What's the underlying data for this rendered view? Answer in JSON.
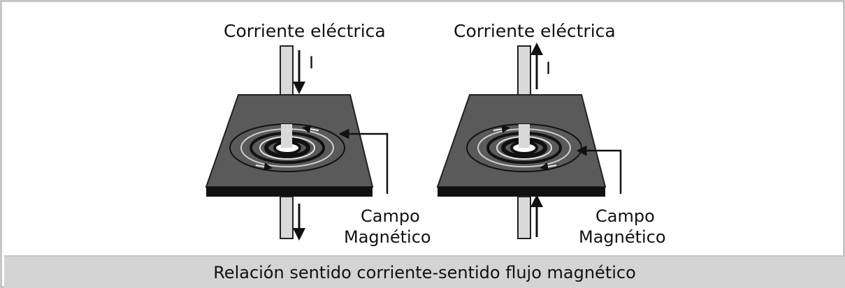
{
  "diagram": {
    "left": {
      "current_label": "Corriente eléctrica",
      "current_symbol": "I",
      "field_label_line1": "Campo",
      "field_label_line2": "Magnético",
      "current_direction": "down"
    },
    "right": {
      "current_label": "Corriente eléctrica",
      "current_symbol": "I",
      "field_label_line1": "Campo",
      "field_label_line2": "Magnético",
      "current_direction": "up"
    }
  },
  "caption": "Relación sentido corriente-sentido flujo magnético",
  "colors": {
    "plate_top": "#5a5a5a",
    "plate_edge": "#111111",
    "wire": "#d9d9d9",
    "caption_bg": "#d4d4d4",
    "border": "#c6c6c6"
  }
}
